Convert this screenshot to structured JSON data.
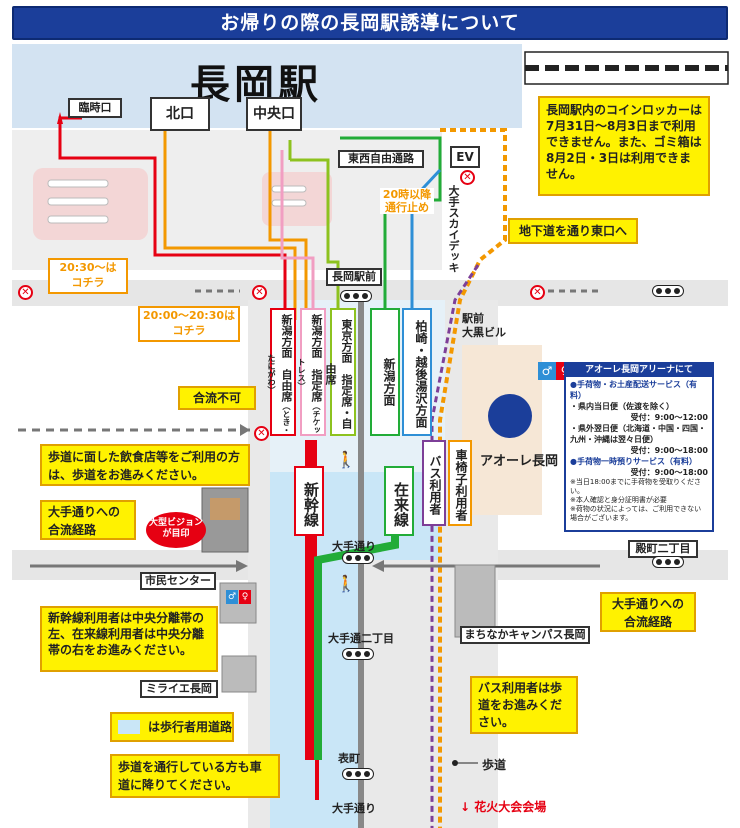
{
  "title": "お帰りの際の長岡駅誘導について",
  "station": {
    "name": "長岡駅",
    "exit_temp": "臨時口",
    "exit_north": "北口",
    "exit_central": "中央口",
    "east_west_passage": "東西自由通路",
    "ev": "EV",
    "skydeck": "大手スカイデッキ",
    "skydeck_closed": "20時以降通行止め",
    "station_front": "長岡駅前"
  },
  "notes": {
    "locker": "長岡駅内のコインロッカーは7月31日～8月3日まで利用できません。また、ゴミ箱は8月2日・3日は利用できません。",
    "underpass": "地下道を通り東口へ",
    "after_2030": "20:30～は\nコチラ",
    "from_2000": "20:00～20:30は\nコチラ",
    "no_merge": "合流不可",
    "restaurants": "歩道に面した飲食店等をご利用の方は、歩道をお進みください。",
    "merge_route_left": "大手通りへの合流経路",
    "merge_route_right": "大手通りへの\n合流経路",
    "shinkansen_guide": "新幹線利用者は中央分離帯の左、在来線利用者は中央分離帯の右をお進みください。",
    "pedestrian_legend": "は歩行者用道路",
    "sidewalk_guide": "歩道を通行している方も車道に降りてください。",
    "bus_guide": "バス利用者は歩道をお進みください。",
    "vision": "大型ビジョンが目印"
  },
  "routes": {
    "niigata_free_kitchen": "新潟方面　自由席",
    "kitchen_sub": "（とき・たにがわ）",
    "niigata_reserved": "新潟方面　指定席",
    "ticketless": "（チケットレス）",
    "tokyo_reserved": "東京方面　指定席・自由席",
    "niigata_local": "新潟方面",
    "kashiwazaki": "柏崎・越後湯沢方面",
    "shinkansen": "新幹線",
    "zairaisen": "在来線",
    "bus": "バス利用者",
    "wheelchair": "車椅子利用者"
  },
  "places": {
    "ekimae_daikoku": "駅前\n大黒ビル",
    "aore": "アオーレ長岡",
    "otedori": "大手通り",
    "otedori2": "大手通二丁目",
    "omotemachi": "表町",
    "otedori_bottom": "大手通り",
    "tonomachi": "殿町二丁目",
    "shimin_center": "市民センター",
    "miraie": "ミライエ長岡",
    "machinaka": "まちなかキャンパス長岡",
    "sidewalk": "歩道",
    "fireworks": "↓ 花火大会会場"
  },
  "aore_info": {
    "heading": "アオーレ長岡アリーナにて",
    "svc1": "●手荷物・お土産配送サービス（有料）",
    "svc1_a": "・県内当日便（佐渡を除く）",
    "svc1_a_time": "受付：9:00～12:00",
    "svc1_b": "・県外翌日便（北海道・中国・四国・九州・沖縄は翌々日便）",
    "svc1_b_time": "受付：9:00～18:00",
    "svc2": "●手荷物一時預りサービス（有料）",
    "svc2_time": "受付：9:00～18:00",
    "fine1": "※当日18:00までに手荷物を受取りください。",
    "fine2": "※本人確認と身分証明書が必要",
    "fine3": "※荷物の状況によっては、ご利用できない場合がございます。"
  },
  "colors": {
    "title_bg": "#1b3e9a",
    "red": "#e60012",
    "orange": "#f39800",
    "pink": "#f19ec2",
    "green_light": "#8dc21f",
    "green": "#22ac38",
    "blue": "#2e8fd6",
    "purple": "#7d3f98",
    "pedestrian_road": "#c9e6f7",
    "note_yellow": "#fff200"
  }
}
